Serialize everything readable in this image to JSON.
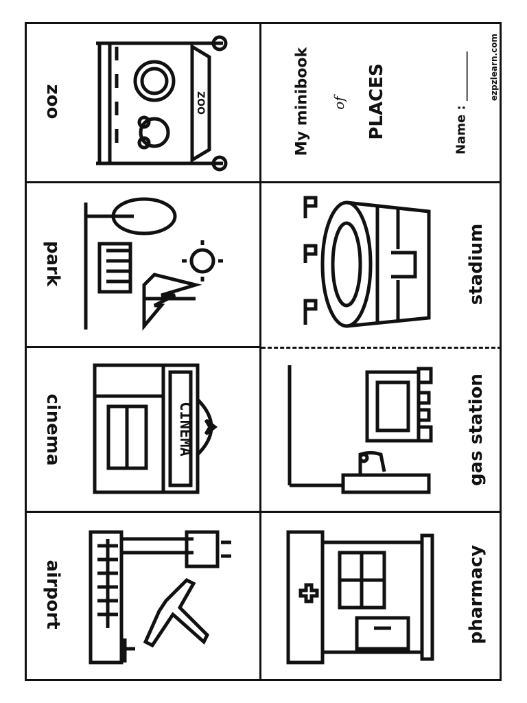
{
  "cells": {
    "zoo": {
      "label": "zoo",
      "sign": "ZOO"
    },
    "park": {
      "label": "park"
    },
    "cinema": {
      "label": "cinema",
      "sign": "CINEMA"
    },
    "airport": {
      "label": "airport"
    },
    "stadium": {
      "label": "stadium"
    },
    "gas_station": {
      "label": "gas station"
    },
    "pharmacy": {
      "label": "pharmacy"
    }
  },
  "cover": {
    "line1": "My minibook",
    "line2": "of",
    "line3": "PLACES",
    "name_label": "Name : ________",
    "website": "ezpzlearn.com"
  }
}
